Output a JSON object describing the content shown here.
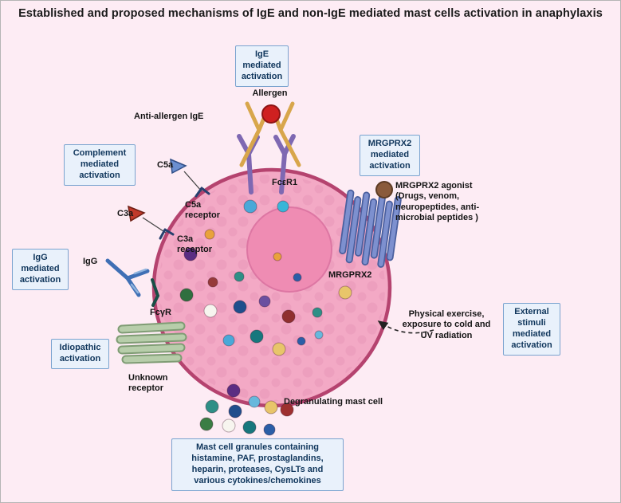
{
  "title": "Established and proposed mechanisms of IgE and non-IgE mediated mast cells activation in anaphylaxis",
  "boxes": {
    "ige": "IgE\nmediated\nactivation",
    "complement": "Complement\nmediated\nactivation",
    "igg": "IgG\nmediated\nactivation",
    "idiopathic": "Idiopathic\nactivation",
    "mrgprx2": "MRGPRX2\nmediated\nactivation",
    "external": "External\nstimuli\nmediated\nactivation",
    "granules": "Mast cell granules containing\nhistamine, PAF, prostaglandins,\nheparin, proteases, CysLTs and\nvarious cytokines/chemokines"
  },
  "labels": {
    "allergen": "Allergen",
    "anti_allergen_ige": "Anti-allergen IgE",
    "fcer1": "FcεR1",
    "c5a": "C5a",
    "c5a_receptor": "C5a\nreceptor",
    "c3a": "C3a",
    "c3a_receptor": "C3a\nreceptor",
    "igg": "IgG",
    "fcgr": "FcγR",
    "unknown_receptor": "Unknown\nreceptor",
    "mrgprx2": "MRGPRX2",
    "mrgprx2_agonist": "MRGPRX2 agonist\n(Drugs, venom,\nneuropeptides, anti-\nmicrobial peptides )",
    "physical": "Physical exercise,\nexposure to cold and\nUV radiation",
    "degranulating": "Degranulating mast cell"
  },
  "colors": {
    "background": "#fdecf4",
    "cell_body": "#f3a9c5",
    "cell_border": "#b5436f",
    "nucleus": "#ef8cb3",
    "box_background": "#e9f1fb",
    "box_border": "#7aa3cf",
    "box_text": "#10365c",
    "allergen_red": "#cf2020",
    "ige_gold": "#d8a64b",
    "fcer1_purple": "#7e68b2",
    "igg_blue": "#3f6fb5",
    "mrgprx2_blue": "#7d90cf",
    "agonist_brown": "#8a5a3b",
    "unknown_receptor_green": "#b7cdaa"
  }
}
